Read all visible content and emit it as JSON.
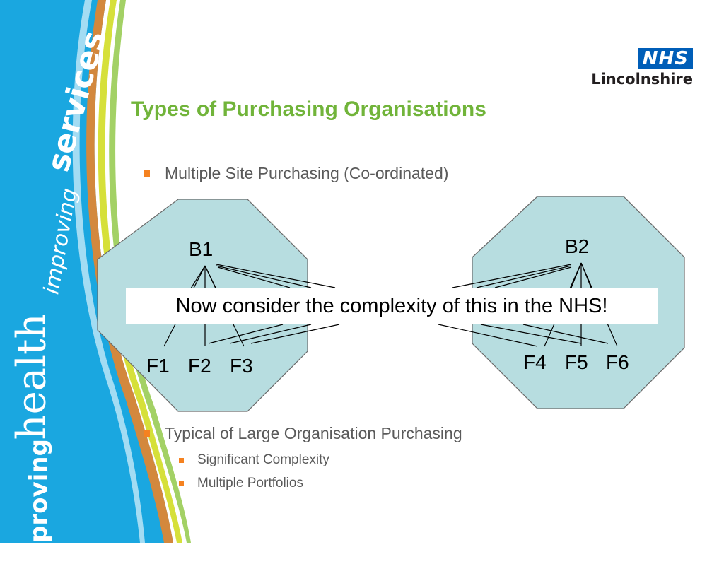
{
  "banner": {
    "line1_a": "improving",
    "line1_b": "health",
    "line1_c": "improving",
    "line1_d": "services"
  },
  "logo": {
    "badge": "NHS",
    "region": "Lincolnshire"
  },
  "slide": {
    "title": "Types of Purchasing Organisations",
    "bullet1": "Multiple Site Purchasing (Co-ordinated)",
    "bullet2": "Typical of Large Organisation Purchasing",
    "sub_bullets": [
      "Significant Complexity",
      "Multiple Portfolios"
    ]
  },
  "diagram": {
    "left_group": {
      "buyer": "B1",
      "functions": [
        "F1",
        "F2",
        "F3"
      ]
    },
    "right_group": {
      "buyer": "B2",
      "functions": [
        "F4",
        "F5",
        "F6"
      ]
    },
    "overlay_text": "Now consider the complexity of this in the NHS!"
  },
  "colors": {
    "title": "#71b43a",
    "bullet_marker": "#f58220",
    "octagon_fill": "#b7dde0",
    "nhs_blue": "#005eb8"
  }
}
